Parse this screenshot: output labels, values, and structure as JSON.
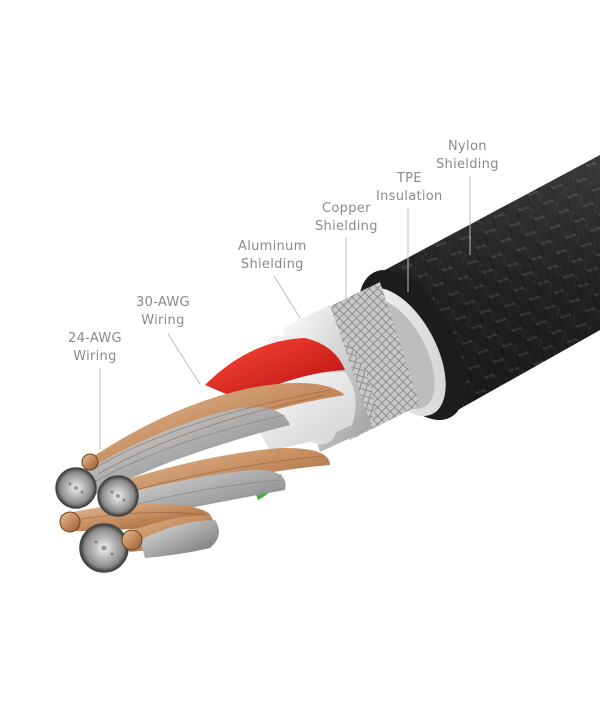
{
  "labels": {
    "nylon": {
      "line1": "Nylon",
      "line2": "Shielding"
    },
    "tpe": {
      "line1": "TPE",
      "line2": "Insulation"
    },
    "copper": {
      "line1": "Copper",
      "line2": "Shielding"
    },
    "aluminum": {
      "line1": "Aluminum",
      "line2": "Shielding"
    },
    "awg30": {
      "line1": "30-AWG",
      "line2": "Wiring"
    },
    "awg24": {
      "line1": "24-AWG",
      "line2": "Wiring"
    }
  },
  "colors": {
    "nylon_braid": "#2b2b2b",
    "tpe": "#e8e8e8",
    "copper_braid": "#c9c9c9",
    "aluminum": "#d9d9d9",
    "red_wire": "#e01818",
    "green_wire": "#3fae3a",
    "copper_strand": "#c7946a",
    "silver_strand": "#b8b8b8",
    "label_text": "#8a8a8a"
  }
}
